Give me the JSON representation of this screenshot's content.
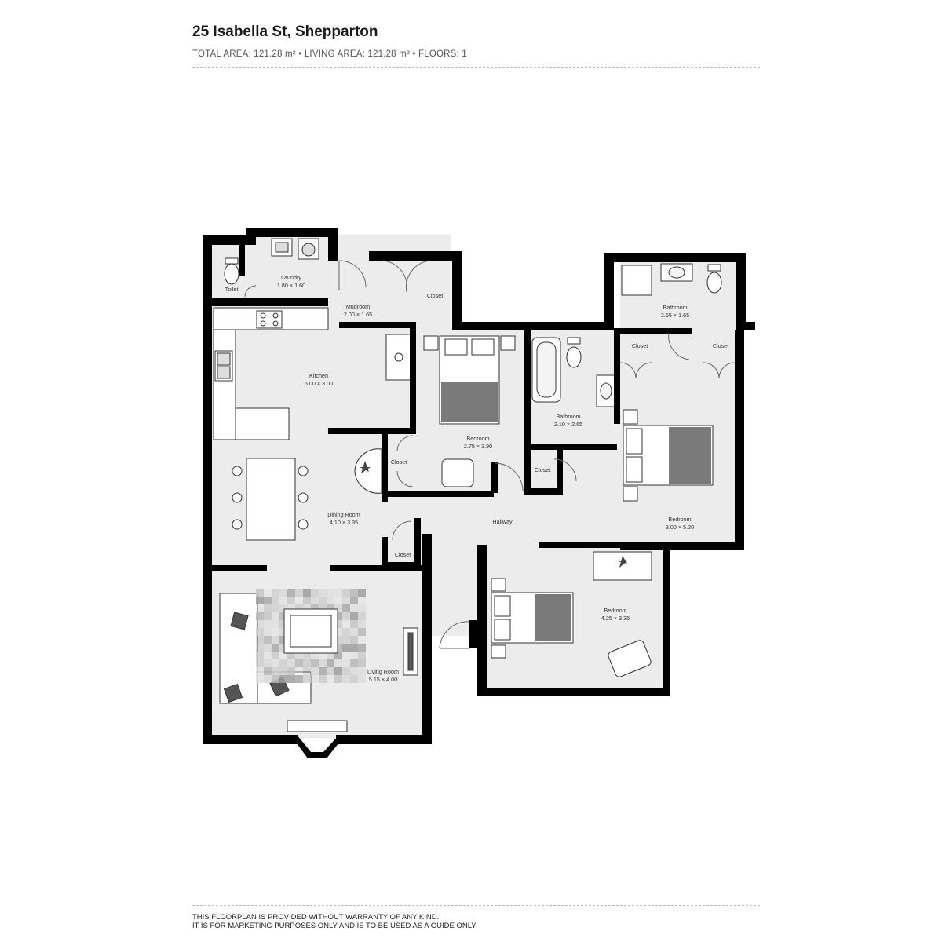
{
  "header": {
    "address": "25 Isabella St, Shepparton",
    "stats": "TOTAL AREA: 121.28 m² • LIVING AREA: 121.28 m² • FLOORS: 1"
  },
  "rooms": {
    "toilet": {
      "name": "Toilet"
    },
    "laundry": {
      "name": "Laundry",
      "size": "1.80 × 1.60"
    },
    "mudroom": {
      "name": "Mudroom",
      "size": "2.00 × 1.65"
    },
    "closet_mudroom": {
      "name": "Closet"
    },
    "bathroom_top": {
      "name": "Bathroom",
      "size": "2.65 × 1.65"
    },
    "closet_bed_left": {
      "name": "Closet"
    },
    "closet_bed_right": {
      "name": "Closet"
    },
    "kitchen": {
      "name": "Kitchen",
      "size": "5.00 × 3.00"
    },
    "bedroom_center": {
      "name": "Bedroom",
      "size": "2.75 × 3.90"
    },
    "closet_center": {
      "name": "Closet"
    },
    "bathroom_mid": {
      "name": "Bathroom",
      "size": "2.10 × 2.65"
    },
    "closet_hall": {
      "name": "Closet"
    },
    "bedroom_right": {
      "name": "Bedroom",
      "size": "3.00 × 5.20"
    },
    "dining": {
      "name": "Dining Room",
      "size": "4.10 × 3.35"
    },
    "hallway": {
      "name": "Hallway"
    },
    "closet_dining": {
      "name": "Closet"
    },
    "bedroom_bottom": {
      "name": "Bedroom",
      "size": "4.25 × 3.35"
    },
    "living": {
      "name": "Living Room",
      "size": "5.15 × 4.00"
    }
  },
  "footer": {
    "line1": "THIS FLOORPLAN IS PROVIDED WITHOUT WARRANTY OF ANY KIND.",
    "line2": "IT IS FOR MARKETING PURPOSES ONLY AND IS TO BE USED AS A GUIDE ONLY."
  },
  "colors": {
    "wall": "#000000",
    "floor": "#ececec",
    "bed_accent": "#7a7a7a"
  }
}
